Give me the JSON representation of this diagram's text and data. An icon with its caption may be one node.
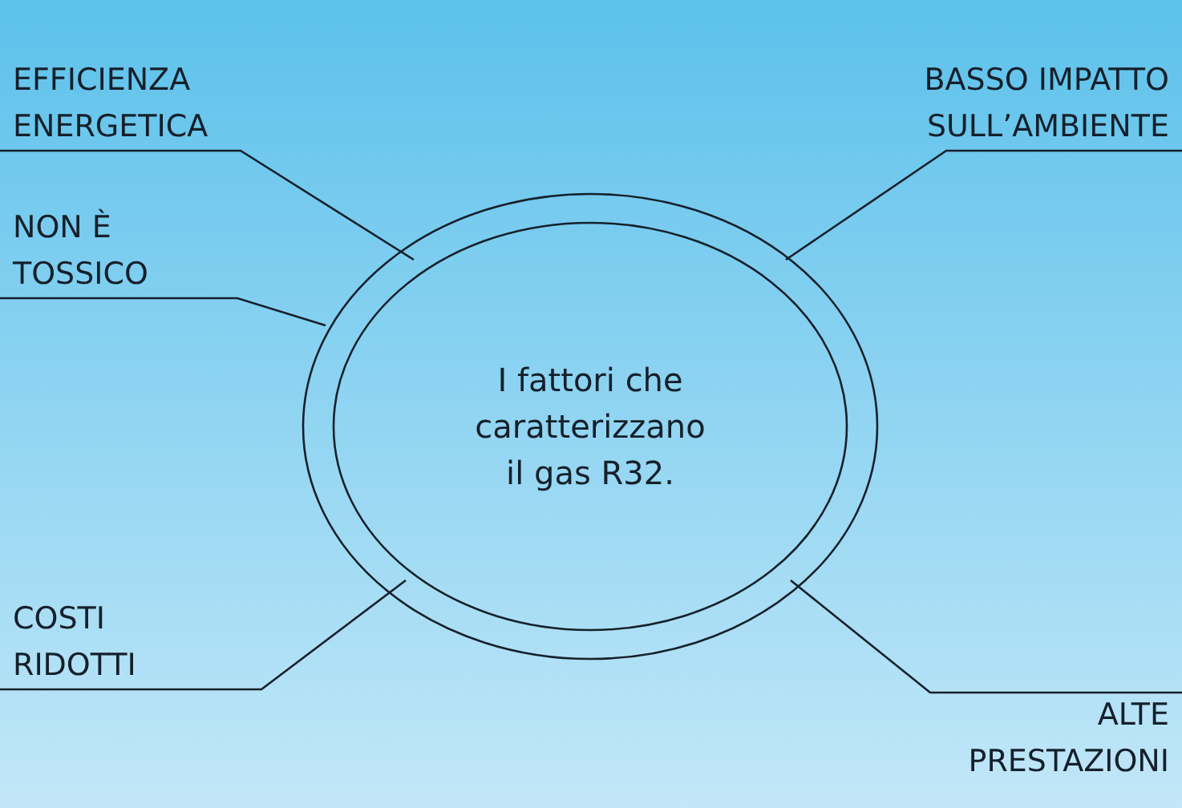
{
  "diagram": {
    "nodes": [
      {
        "text": [
          "I fattori che caratterizzano il gas R32."
        ]
      },
      {
        "text": [
          "EFFICIENZA ENERGETICA"
        ]
      },
      {
        "text": [
          "BASSO IMPATTO SULL’AMBIENTE"
        ]
      },
      {
        "text": [
          "NON È TOSSICO"
        ]
      },
      {
        "text": [
          "COSTI RIDOTTI"
        ]
      },
      {
        "text": [
          "ALTE PRESTAZIONI"
        ]
      }
    ],
    "edges": [
      {
        "from": 1,
        "to": 0,
        "arrow": "none"
      },
      {
        "from": 2,
        "to": 0,
        "arrow": "none"
      },
      {
        "from": 3,
        "to": 0,
        "arrow": "none"
      },
      {
        "from": 4,
        "to": 0,
        "arrow": "none"
      },
      {
        "from": 5,
        "to": 0,
        "arrow": "none"
      }
    ]
  }
}
